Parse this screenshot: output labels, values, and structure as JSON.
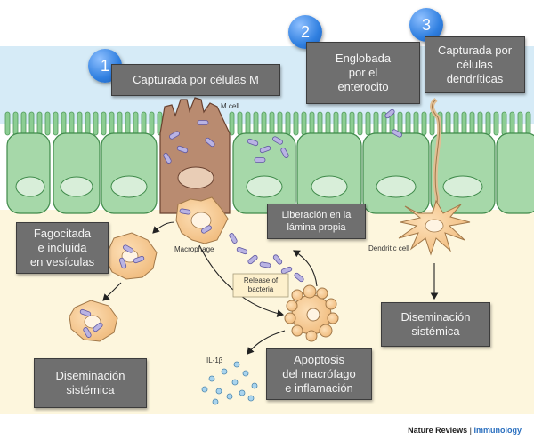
{
  "badges": [
    "1",
    "2",
    "3"
  ],
  "boxes": {
    "capturada_m": "Capturada por células M",
    "englobada": [
      "Englobada",
      "por el",
      "enterocito"
    ],
    "capturada_dc": [
      "Capturada por",
      "células",
      "dendríticas"
    ],
    "fagocitada": [
      "Fagocitada",
      "e incluida",
      "en vesículas"
    ],
    "liberacion": [
      "Liberación en la",
      "lámina propia"
    ],
    "disem_left": [
      "Diseminación",
      "sistémica"
    ],
    "disem_right": [
      "Diseminación",
      "sistémica"
    ],
    "apoptosis": [
      "Apoptosis",
      "del macrófago",
      "e inflamación"
    ]
  },
  "labels": {
    "m_cell": "M cell",
    "macrophage": "Macrophage",
    "dendritic_cell": "Dendritic cell",
    "release": [
      "Release of",
      "bacteria"
    ],
    "il1b": "IL-1β"
  },
  "footer": {
    "publisher": "Nature Reviews",
    "separator": "|",
    "journal": "Immunology"
  },
  "colors": {
    "lumen": "#cfe6f5",
    "epithelium": "#a9d6ad",
    "m_cell": "#b88c72",
    "lamina": "#fdf3d6",
    "immune_cell": "#f5c88d",
    "bacteria": "#b9b3e3",
    "box": "#6f6f6f"
  }
}
